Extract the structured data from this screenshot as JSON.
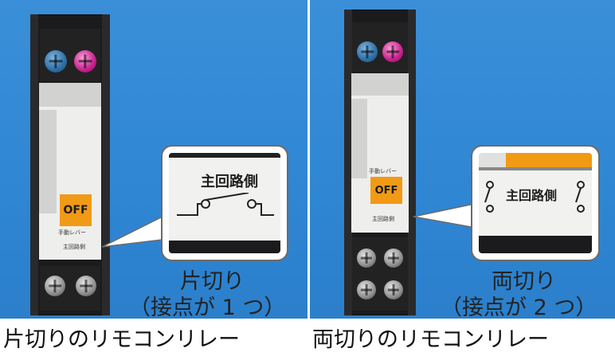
{
  "left_panel": {
    "device_labels": {
      "lever": "OFF",
      "lever_caption": "手動レバー",
      "circuit_caption": "主回路側"
    },
    "zoom_label": "主回路側",
    "caption_line1": "片切り",
    "caption_line2": "（接点が 1 つ）",
    "bottom_caption": "片切りのリモコンリレー"
  },
  "right_panel": {
    "device_labels": {
      "lever": "OFF",
      "lever_caption": "手動レバー",
      "circuit_caption": "主回路側"
    },
    "zoom_label": "主回路側",
    "caption_line1": "両切り",
    "caption_line2": "（接点が 2 つ）",
    "bottom_caption": "両切りのリモコンリレー"
  },
  "colors": {
    "background_blue": "#2f86d3",
    "lever_orange": "#f19a16",
    "screw_blue": "#2d6fa8",
    "screw_pink": "#c8208e"
  }
}
